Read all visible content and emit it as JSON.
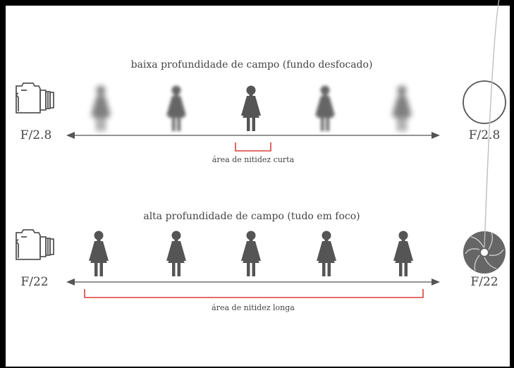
{
  "shallow": {
    "title": "baixa profundidade de campo (fundo desfocado)",
    "f_left": "F/2.8",
    "f_right": "F/2.8",
    "zone_label": "área de nitidez curta"
  },
  "deep": {
    "title": "alta profundidade de campo (tudo em foco)",
    "f_left": "F/22",
    "f_right": "F/22",
    "zone_label": "área de nitidez longa"
  },
  "colors": {
    "figure": "#555555",
    "axis": "#555555",
    "focus_bracket": "#d9403a",
    "text": "#444444"
  },
  "icons": {
    "camera": "camera-icon",
    "aperture_open": "aperture-open-icon",
    "aperture_closed": "aperture-closed-icon",
    "person": "person-icon"
  }
}
